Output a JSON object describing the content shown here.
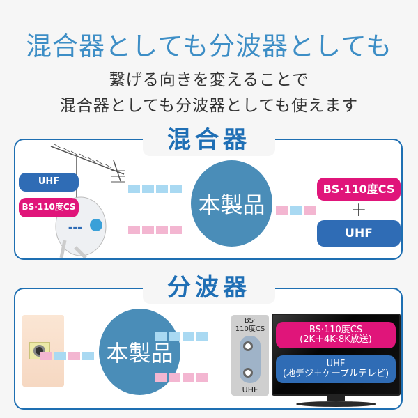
{
  "title": "混合器としても分波器としても",
  "subtitle": [
    "繋げる向きを変えることで",
    "混合器としても分波器としても使えます"
  ],
  "mixer": {
    "heading": "混合器",
    "inputs": [
      {
        "label": "UHF",
        "color": "#2f6cb5"
      },
      {
        "label": "BS·110度CS",
        "color": "#e0157a"
      }
    ],
    "product": "本製品",
    "outputs": [
      {
        "label": "BS·110度CS",
        "color": "#e0157a"
      },
      {
        "label": "UHF",
        "color": "#2f6cb5"
      }
    ],
    "plus": "＋"
  },
  "splitter": {
    "heading": "分波器",
    "product": "本製品",
    "port_top": "BS·\n110度CS",
    "port_bottom": "UHF",
    "tv_labels": [
      {
        "line1": "BS·110度CS",
        "line2": "(2K＋4K·8K放送)",
        "color": "#e0157a"
      },
      {
        "line1": "UHF",
        "line2": "(地デジ＋ケーブルテレビ)",
        "color": "#2f6cb5"
      }
    ]
  },
  "colors": {
    "accent": "#1f6fb5",
    "title": "#3d8ec6",
    "circle": "#4a8db8",
    "dash_blue": "#a9d9f2",
    "dash_pink": "#f3b6d1"
  }
}
